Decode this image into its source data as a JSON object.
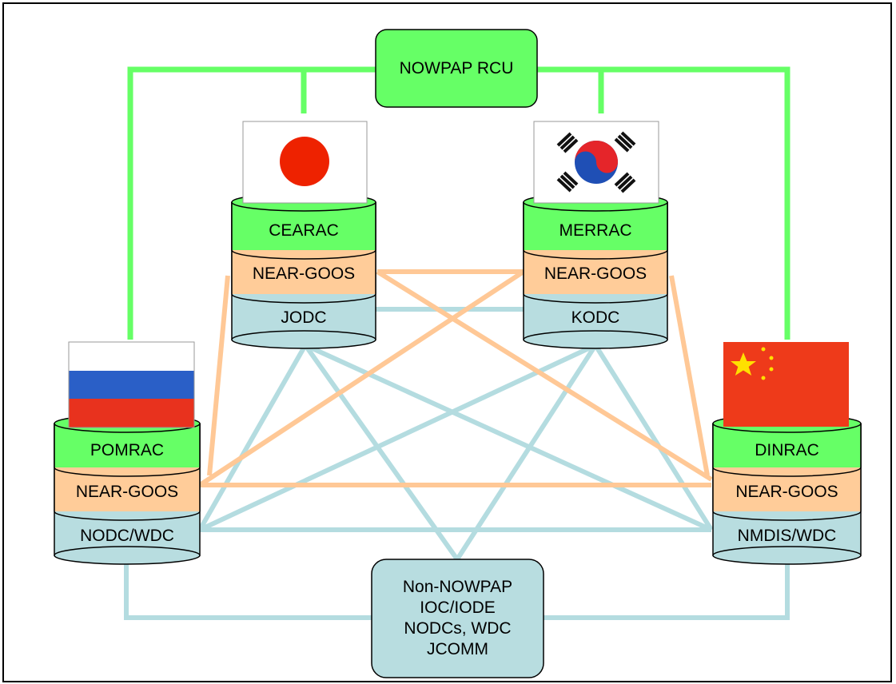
{
  "rcu": {
    "label": "NOWPAP RCU"
  },
  "nodes": {
    "japan": {
      "rac": "CEARAC",
      "goos": "NEAR-GOOS",
      "dc": "JODC",
      "flag": "japan-flag-icon"
    },
    "korea": {
      "rac": "MERRAC",
      "goos": "NEAR-GOOS",
      "dc": "KODC",
      "flag": "korea-flag-icon"
    },
    "russia": {
      "rac": "POMRAC",
      "goos": "NEAR-GOOS",
      "dc": "NODC/WDC",
      "flag": "russia-flag-icon"
    },
    "china": {
      "rac": "DINRAC",
      "goos": "NEAR-GOOS",
      "dc": "NMDIS/WDC",
      "flag": "china-flag-icon"
    }
  },
  "external": {
    "lines": [
      "Non-NOWPAP",
      "IOC/IODE",
      "NODCs, WDC",
      "JCOMM"
    ]
  },
  "colors": {
    "rcu_link": "#66ff66",
    "goos_link": "#ffc896",
    "dc_link": "#b4dce0",
    "rac_fill": "#66ff66",
    "goos_fill": "#ffcc99",
    "dc_fill": "#b8dde0",
    "external_fill": "#b8dde0",
    "rcu_fill": "#66ff66"
  }
}
